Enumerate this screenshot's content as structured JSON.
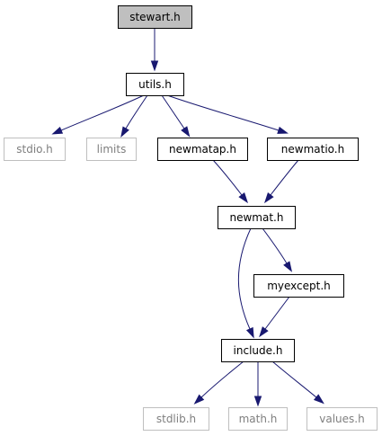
{
  "diagram": {
    "nodes": [
      {
        "id": "stewart",
        "label": "stewart.h",
        "style": "focus"
      },
      {
        "id": "utils",
        "label": "utils.h",
        "style": "normal"
      },
      {
        "id": "stdio",
        "label": "stdio.h",
        "style": "external"
      },
      {
        "id": "limits",
        "label": "limits",
        "style": "external"
      },
      {
        "id": "newmatap",
        "label": "newmatap.h",
        "style": "normal"
      },
      {
        "id": "newmatio",
        "label": "newmatio.h",
        "style": "normal"
      },
      {
        "id": "newmat",
        "label": "newmat.h",
        "style": "normal"
      },
      {
        "id": "myexcept",
        "label": "myexcept.h",
        "style": "normal"
      },
      {
        "id": "include",
        "label": "include.h",
        "style": "normal"
      },
      {
        "id": "stdlib",
        "label": "stdlib.h",
        "style": "external"
      },
      {
        "id": "math",
        "label": "math.h",
        "style": "external"
      },
      {
        "id": "values",
        "label": "values.h",
        "style": "external"
      }
    ],
    "edges": [
      {
        "from": "stewart",
        "to": "utils"
      },
      {
        "from": "utils",
        "to": "stdio"
      },
      {
        "from": "utils",
        "to": "limits"
      },
      {
        "from": "utils",
        "to": "newmatap"
      },
      {
        "from": "utils",
        "to": "newmatio"
      },
      {
        "from": "newmatap",
        "to": "newmat"
      },
      {
        "from": "newmatio",
        "to": "newmat"
      },
      {
        "from": "newmat",
        "to": "myexcept"
      },
      {
        "from": "newmat",
        "to": "include"
      },
      {
        "from": "myexcept",
        "to": "include"
      },
      {
        "from": "include",
        "to": "stdlib"
      },
      {
        "from": "include",
        "to": "math"
      },
      {
        "from": "include",
        "to": "values"
      }
    ],
    "colors": {
      "focus_fill": "#bfbfbf",
      "node_border": "#000000",
      "external_border": "#bfbfbf",
      "external_text": "#7f7f7f",
      "edge": "#191970"
    }
  }
}
